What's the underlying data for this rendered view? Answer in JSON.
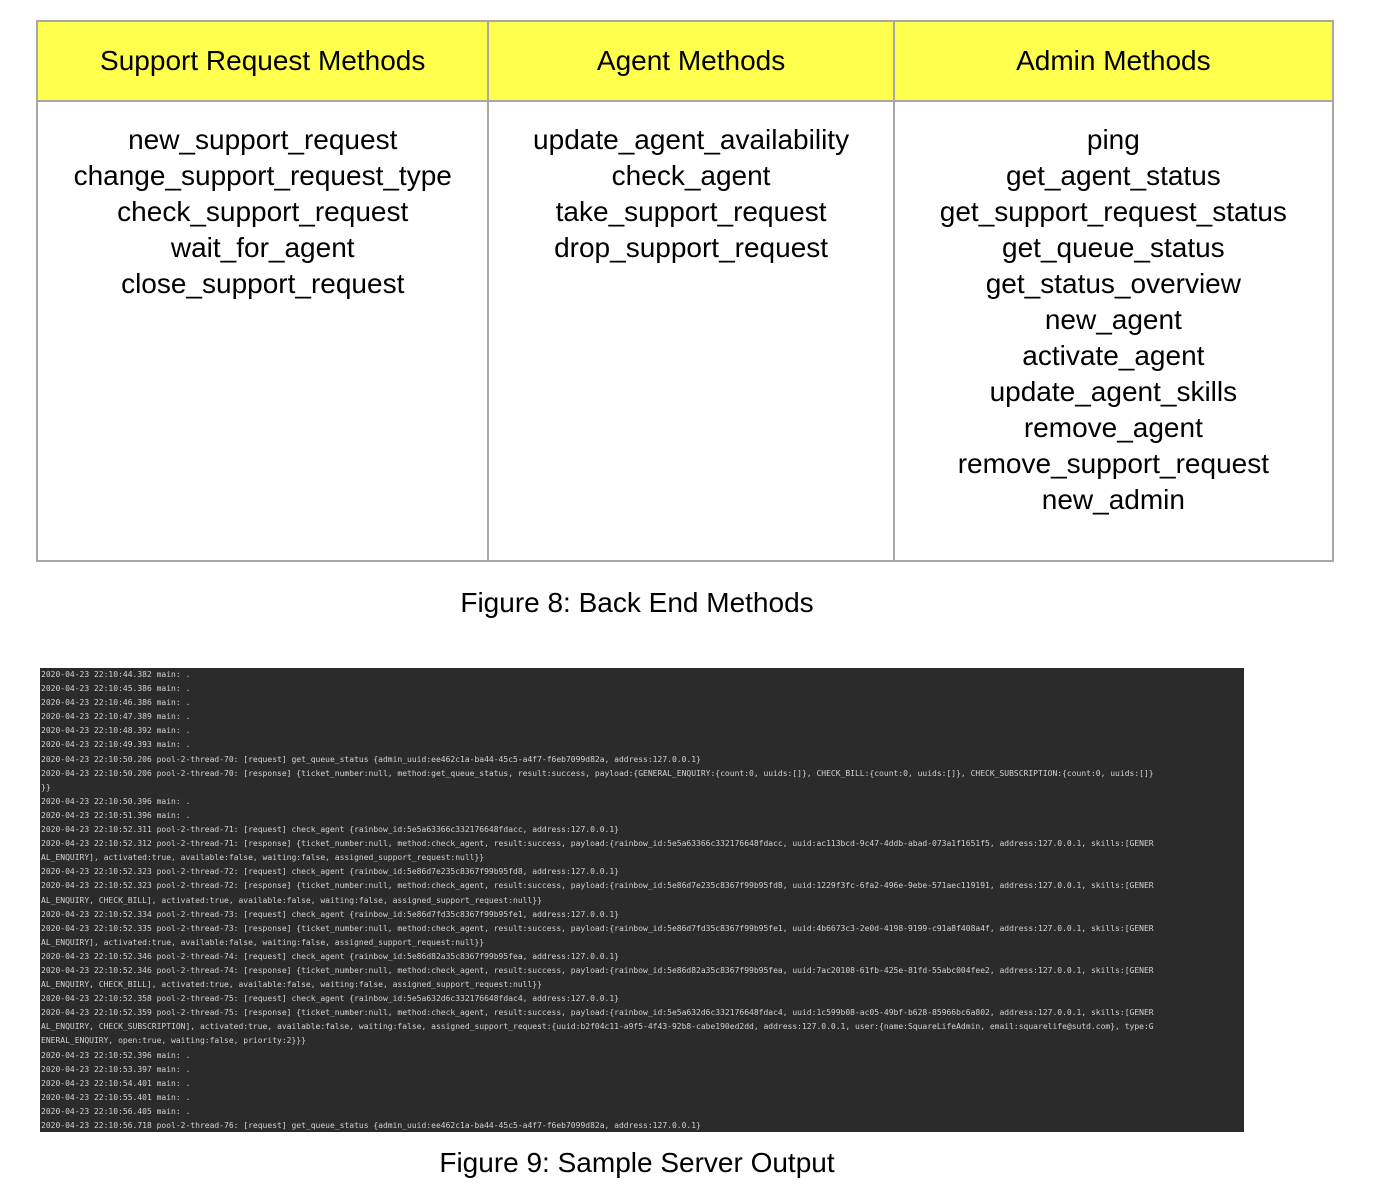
{
  "table": {
    "headers": [
      "Support Request Methods",
      "Agent Methods",
      "Admin Methods"
    ],
    "support_request_methods": [
      "new_support_request",
      "change_support_request_type",
      "check_support_request",
      "wait_for_agent",
      "close_support_request"
    ],
    "agent_methods": [
      "update_agent_availability",
      "check_agent",
      "take_support_request",
      "drop_support_request"
    ],
    "admin_methods": [
      "ping",
      "get_agent_status",
      "get_support_request_status",
      "get_queue_status",
      "get_status_overview",
      "new_agent",
      "activate_agent",
      "update_agent_skills",
      "remove_agent",
      "remove_support_request",
      "new_admin"
    ]
  },
  "captions": {
    "figure8": "Figure 8: Back End Methods",
    "figure9": "Figure 9: Sample Server Output"
  },
  "server_log": [
    "2020-04-23 22:10:44.382 main: .",
    "2020-04-23 22:10:45.386 main: .",
    "2020-04-23 22:10:46.386 main: .",
    "2020-04-23 22:10:47.389 main: .",
    "2020-04-23 22:10:48.392 main: .",
    "2020-04-23 22:10:49.393 main: .",
    "2020-04-23 22:10:50.206 pool-2-thread-70: [request] get_queue_status {admin_uuid:ee462c1a-ba44-45c5-a4f7-f6eb7099d82a, address:127.0.0.1}",
    "2020-04-23 22:10:50.206 pool-2-thread-70: [response] {ticket_number:null, method:get_queue_status, result:success, payload:{GENERAL_ENQUIRY:{count:0, uuids:[]}, CHECK_BILL:{count:0, uuids:[]}, CHECK_SUBSCRIPTION:{count:0, uuids:[]}",
    "}}",
    "2020-04-23 22:10:50.396 main: .",
    "2020-04-23 22:10:51.396 main: .",
    "2020-04-23 22:10:52.311 pool-2-thread-71: [request] check_agent {rainbow_id:5e5a63366c332176648fdacc, address:127.0.0.1}",
    "2020-04-23 22:10:52.312 pool-2-thread-71: [response] {ticket_number:null, method:check_agent, result:success, payload:{rainbow_id:5e5a63366c332176648fdacc, uuid:ac113bcd-9c47-4ddb-abad-073a1f1651f5, address:127.0.0.1, skills:[GENER",
    "AL_ENQUIRY], activated:true, available:false, waiting:false, assigned_support_request:null}}",
    "2020-04-23 22:10:52.323 pool-2-thread-72: [request] check_agent {rainbow_id:5e86d7e235c8367f99b95fd8, address:127.0.0.1}",
    "2020-04-23 22:10:52.323 pool-2-thread-72: [response] {ticket_number:null, method:check_agent, result:success, payload:{rainbow_id:5e86d7e235c8367f99b95fd8, uuid:1229f3fc-6fa2-496e-9ebe-571aec119191, address:127.0.0.1, skills:[GENER",
    "AL_ENQUIRY, CHECK_BILL], activated:true, available:false, waiting:false, assigned_support_request:null}}",
    "2020-04-23 22:10:52.334 pool-2-thread-73: [request] check_agent {rainbow_id:5e86d7fd35c8367f99b95fe1, address:127.0.0.1}",
    "2020-04-23 22:10:52.335 pool-2-thread-73: [response] {ticket_number:null, method:check_agent, result:success, payload:{rainbow_id:5e86d7fd35c8367f99b95fe1, uuid:4b6673c3-2e0d-4198-9199-c91a8f408a4f, address:127.0.0.1, skills:[GENER",
    "AL_ENQUIRY], activated:true, available:false, waiting:false, assigned_support_request:null}}",
    "2020-04-23 22:10:52.346 pool-2-thread-74: [request] check_agent {rainbow_id:5e86d82a35c8367f99b95fea, address:127.0.0.1}",
    "2020-04-23 22:10:52.346 pool-2-thread-74: [response] {ticket_number:null, method:check_agent, result:success, payload:{rainbow_id:5e86d82a35c8367f99b95fea, uuid:7ac20108-61fb-425e-81fd-55abc004fee2, address:127.0.0.1, skills:[GENER",
    "AL_ENQUIRY, CHECK_BILL], activated:true, available:false, waiting:false, assigned_support_request:null}}",
    "2020-04-23 22:10:52.358 pool-2-thread-75: [request] check_agent {rainbow_id:5e5a632d6c332176648fdac4, address:127.0.0.1}",
    "2020-04-23 22:10:52.359 pool-2-thread-75: [response] {ticket_number:null, method:check_agent, result:success, payload:{rainbow_id:5e5a632d6c332176648fdac4, uuid:1c599b08-ac05-49bf-b628-85966bc6a802, address:127.0.0.1, skills:[GENER",
    "AL_ENQUIRY, CHECK_SUBSCRIPTION], activated:true, available:false, waiting:false, assigned_support_request:{uuid:b2f04c11-a9f5-4f43-92b8-cabe190ed2dd, address:127.0.0.1, user:{name:SquareLifeAdmin, email:squarelife@sutd.com}, type:G",
    "ENERAL_ENQUIRY, open:true, waiting:false, priority:2}}}",
    "2020-04-23 22:10:52.396 main: .",
    "2020-04-23 22:10:53.397 main: .",
    "2020-04-23 22:10:54.401 main: .",
    "2020-04-23 22:10:55.401 main: .",
    "2020-04-23 22:10:56.405 main: .",
    "2020-04-23 22:10:56.718 pool-2-thread-76: [request] get_queue_status {admin_uuid:ee462c1a-ba44-45c5-a4f7-f6eb7099d82a, address:127.0.0.1}"
  ]
}
